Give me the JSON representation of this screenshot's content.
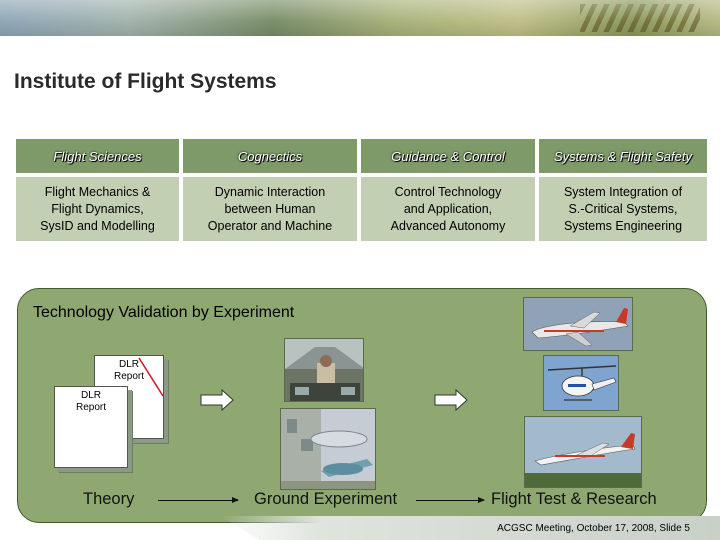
{
  "slide": {
    "title": "Institute of Flight Systems",
    "footer": "ACGSC Meeting, October 17, 2008, Slide 5"
  },
  "columns": [
    {
      "header": "Flight Sciences",
      "lines": [
        "Flight Mechanics &",
        "Flight Dynamics,",
        "SysID and Modelling"
      ]
    },
    {
      "header": "Cognectics",
      "lines": [
        "Dynamic Interaction",
        "between Human",
        "Operator and Machine"
      ]
    },
    {
      "header": "Guidance & Control",
      "lines": [
        "Control Technology",
        "and Application,",
        "Advanced Autonomy"
      ]
    },
    {
      "header": "Systems & Flight Safety",
      "lines": [
        "System Integration of",
        "S.-Critical Systems,",
        "Systems Engineering"
      ]
    }
  ],
  "validation": {
    "title": "Technology Validation by Experiment",
    "report_back": "DLR Report",
    "report_front": "DLR Report",
    "stages": [
      "Theory",
      "Ground Experiment",
      "Flight Test & Research"
    ]
  },
  "icons": {
    "arrow_color": "#ffffff",
    "accent_header": "#7e9a68",
    "accent_desc": "#c3cfb3",
    "panel_fill": "#8fa872"
  },
  "photos": [
    "simulator-cockpit-photo",
    "wind-tunnel-photo",
    "research-aircraft-photo",
    "helicopter-photo",
    "airliner-photo"
  ]
}
